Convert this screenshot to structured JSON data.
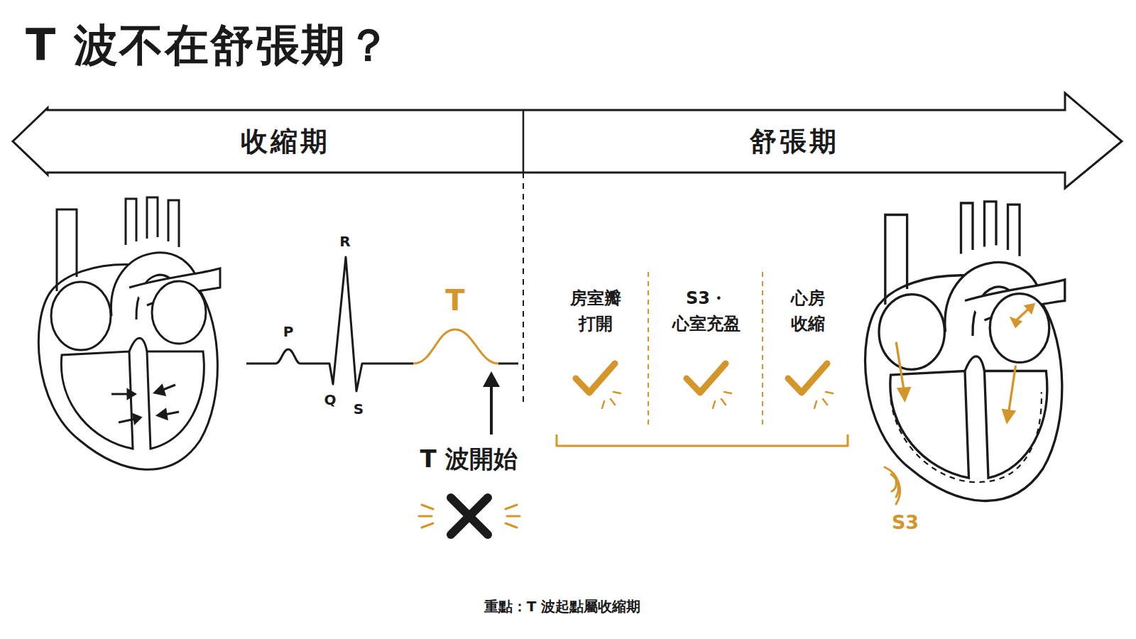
{
  "diagram": {
    "title": "T 波不在舒張期？",
    "caption": "重點：T 波起點屬收縮期",
    "nodes": [
      {
        "text": [
          "收縮期"
        ]
      },
      {
        "text": [
          "舒張期"
        ]
      }
    ],
    "labels": [
      "P",
      "R",
      "Q",
      "S",
      "T",
      "T 波開始",
      "房室瓣 打開",
      "S3・ 心室充盈",
      "心房 收縮",
      "S3"
    ]
  }
}
